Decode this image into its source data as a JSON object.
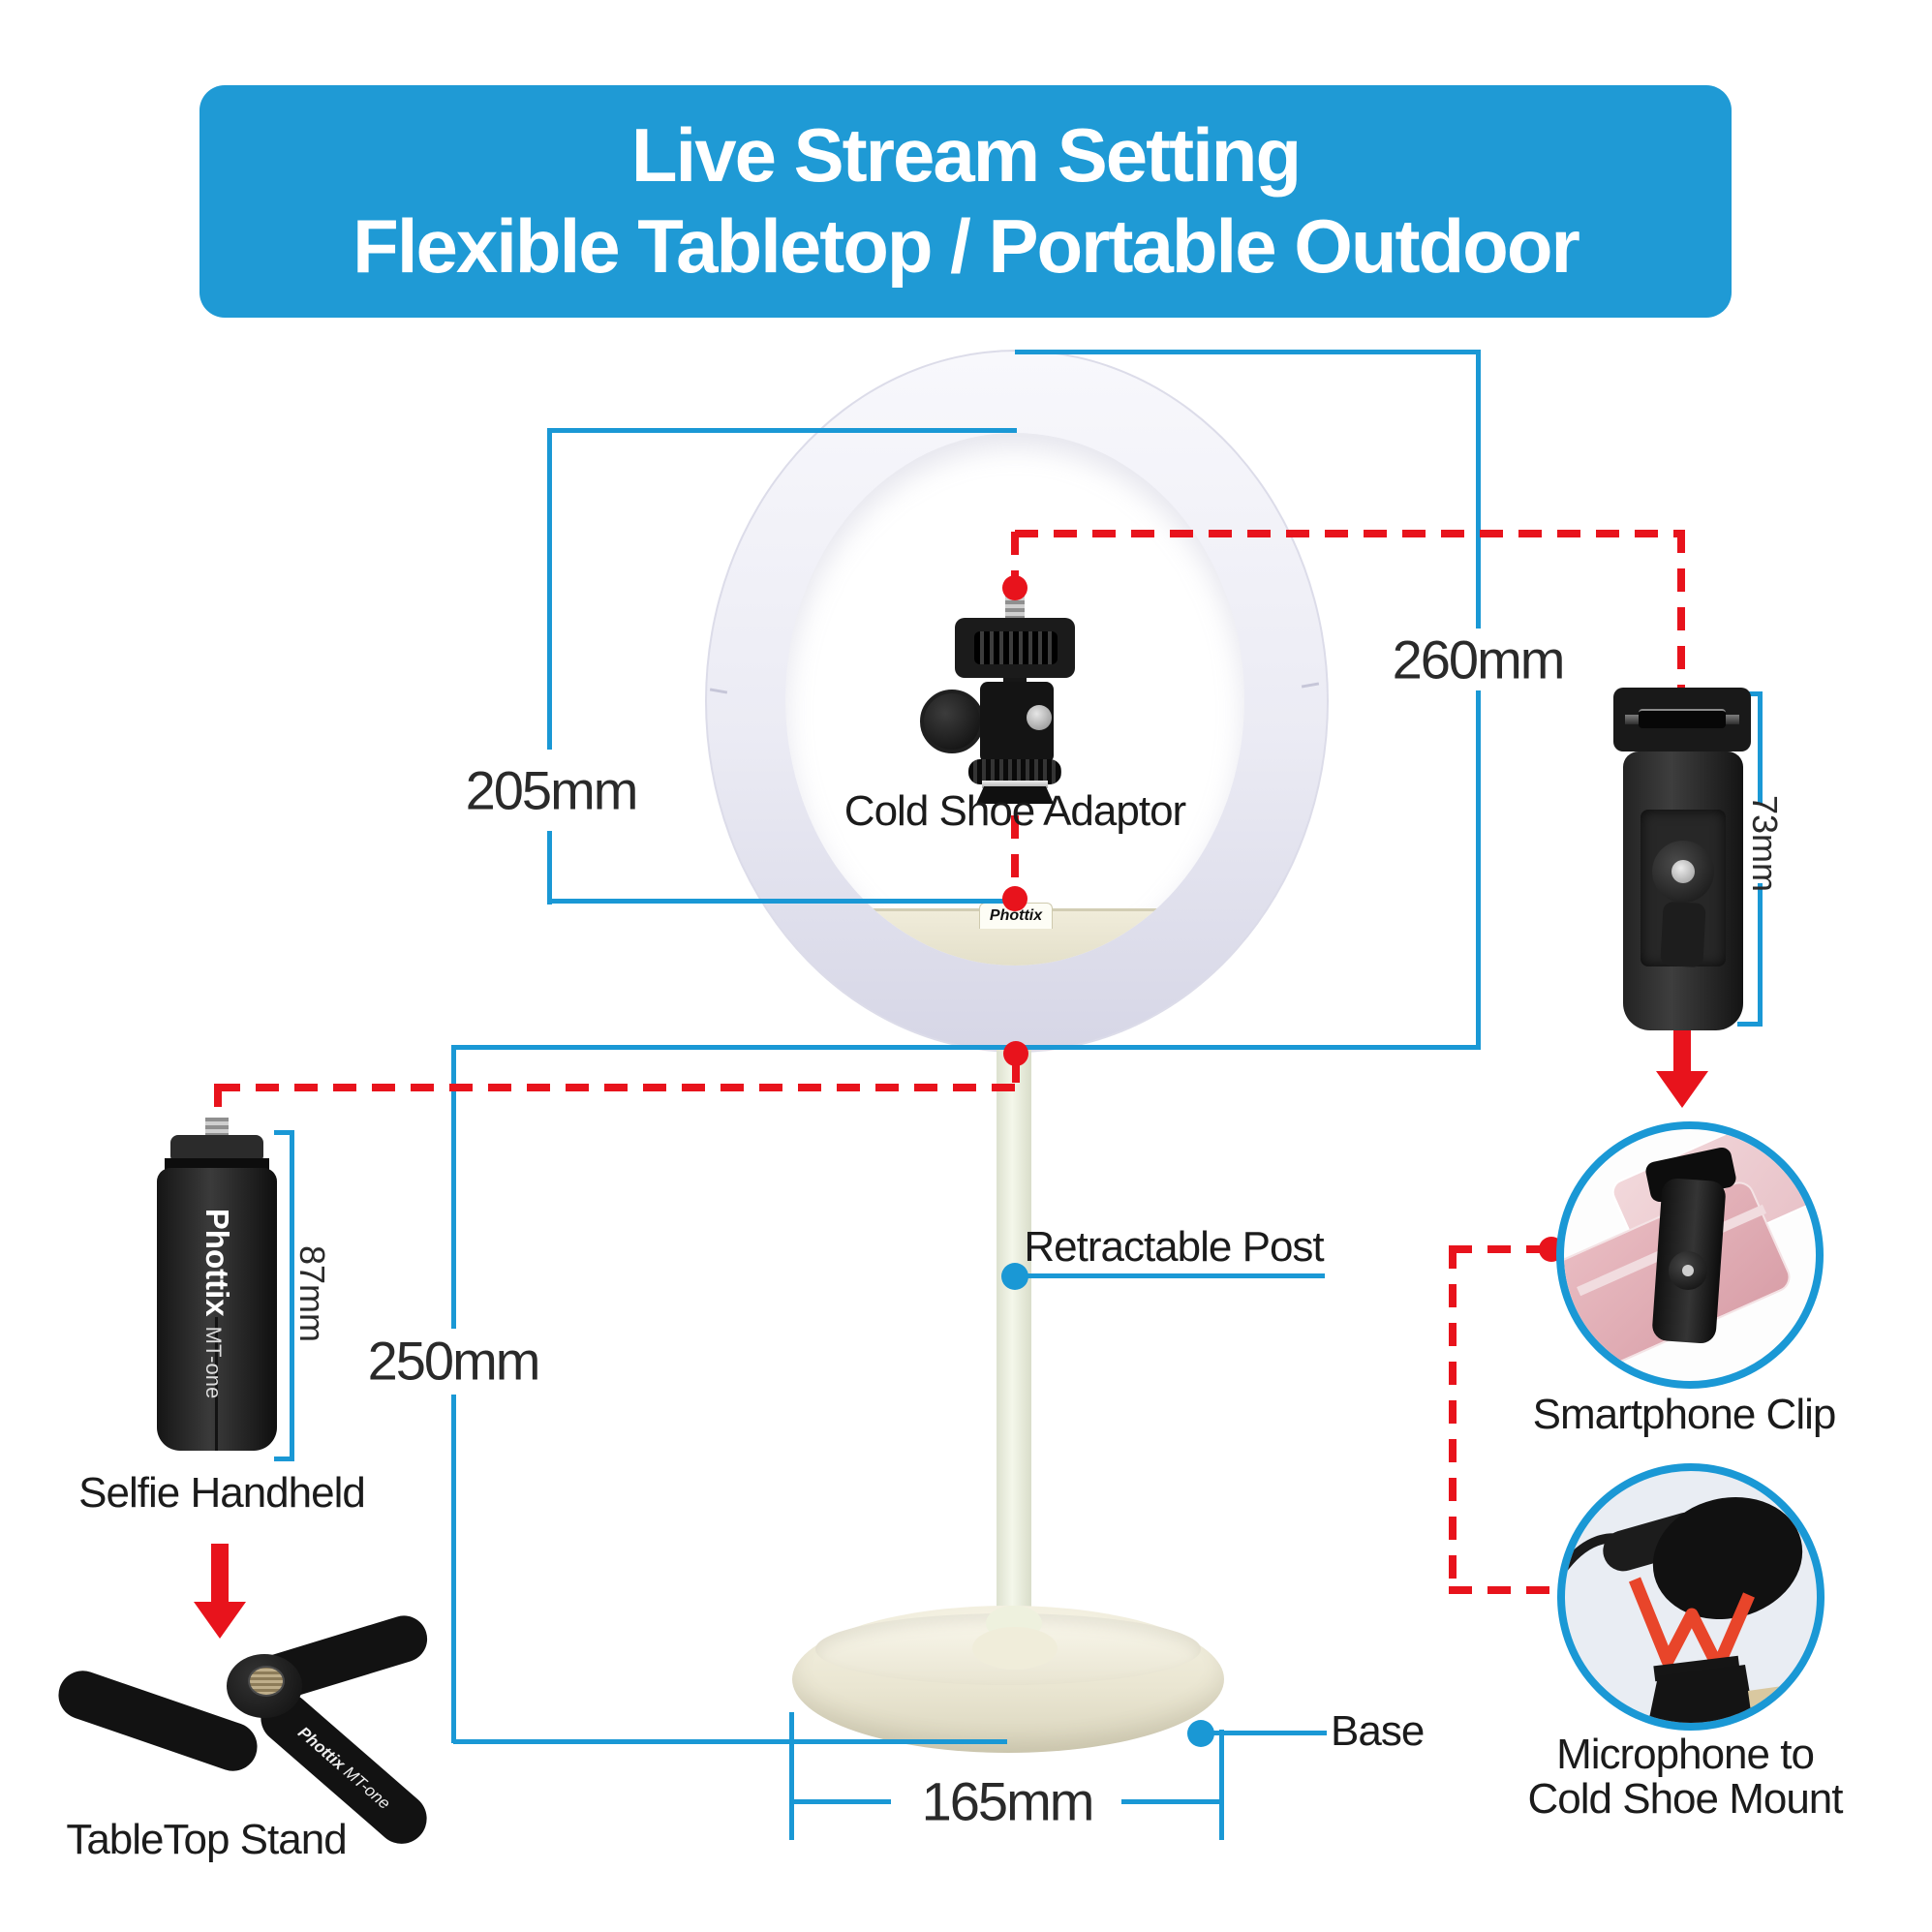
{
  "header": {
    "line1": "Live Stream Setting",
    "line2": "Flexible Tabletop / Portable Outdoor"
  },
  "measurements": {
    "ring_inner_diameter": "205mm",
    "ring_outer_diameter": "260mm",
    "stand_height": "250mm",
    "base_diameter": "165mm",
    "selfie_handle_height": "87mm",
    "clip_height": "73mm"
  },
  "labels": {
    "cold_shoe_adaptor": "Cold Shoe Adaptor",
    "retractable_post": "Retractable Post",
    "base": "Base",
    "selfie_handheld": "Selfie Handheld",
    "tabletop_stand": "TableTop Stand",
    "smartphone_clip": "Smartphone Clip",
    "microphone_line1": "Microphone to",
    "microphone_line2": "Cold Shoe Mount"
  },
  "branding": {
    "ring_tab": "Phottix",
    "selfie_brand": "Phottix",
    "selfie_model": "MT-one",
    "tripod_brand": "Phottix",
    "tripod_model": "MT-one"
  },
  "colors": {
    "header_bg": "#1f9ad5",
    "measure_blue": "#1a98d5",
    "accent_red": "#e8131c"
  }
}
